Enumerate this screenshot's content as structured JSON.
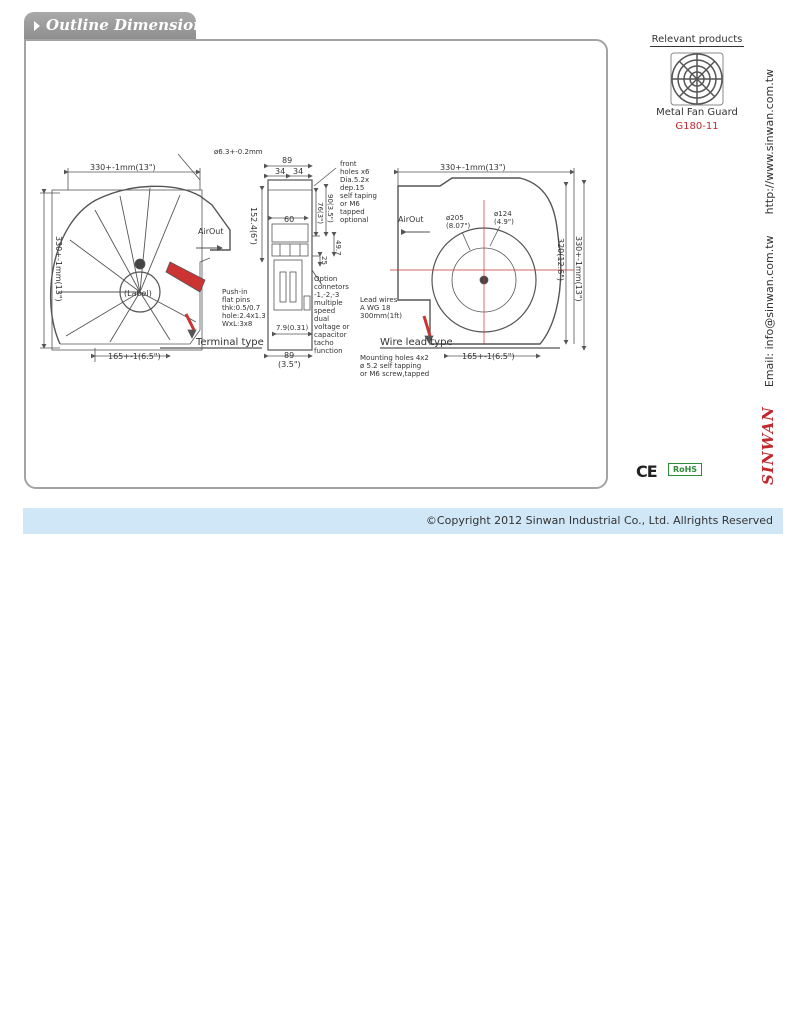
{
  "section": {
    "title": "Outline Dimensions"
  },
  "related": {
    "header": "Relevant products",
    "product_name": "Metal Fan Guard",
    "product_code": "G180-11"
  },
  "side": {
    "brand": "SINWAN",
    "email": "Email: info@sinwan.com.tw",
    "website": "http://www.sinwan.com.tw"
  },
  "certs": {
    "ce": "CE",
    "rohs": "RoHS"
  },
  "footer": {
    "copyright": "©Copyright 2012 Sinwan Industrial Co., Ltd. Allrights Reserved"
  },
  "drawing": {
    "left_view": {
      "width_dim": "330+-1mm(13\")",
      "height_dim": "330+-1mm(13\")",
      "bottom_dim": "165+-1(6.5\")",
      "airout": "AirOut",
      "label": "(Label)",
      "hole_dim": "ø6.3+-0.2mm",
      "pins_note": [
        "Push-in",
        "flat pins",
        "thk:0.5/0.7",
        "hole:2.4x1.3",
        "WxL:3x8"
      ],
      "type_label": "Terminal type"
    },
    "mid_view": {
      "top_width": "89",
      "sub_a": "34",
      "sub_b": "34",
      "inner": "60",
      "height": "152.4(6\")",
      "d_90": "90(3.5\")",
      "d_76": "76(3\")",
      "d_497": "49.7",
      "d_25": "25",
      "bottom_small": "7.9(0.31)",
      "bottom_width": "89",
      "bottom_width_in": "(3.5\")",
      "front_note": [
        "front",
        "holes x6",
        "Dia.5.2x",
        "dep.15",
        "self taping",
        "or M6",
        "tapped",
        "optional"
      ],
      "option_note": [
        "Option",
        "connetors",
        "-1,-2,-3",
        "multiple",
        "speed",
        "dual",
        "voltage or",
        "capacitor",
        "tacho",
        "function"
      ]
    },
    "right_view": {
      "width_dim": "330+-1mm(13\")",
      "h1": "320(12.6\")",
      "h2": "330+-1mm(13\")",
      "airout": "AirOut",
      "d205": "ø205",
      "d205_in": "(8.07\")",
      "d124": "ø124",
      "d124_in": "(4.9\")",
      "lead_note": [
        "Lead wires",
        "A WG 18",
        "300mm(1ft)"
      ],
      "type_label": "Wire lead type",
      "mount_note": [
        "Mounting holes 4x2",
        "ø 5.2 self tapping",
        "or M6 screw,tapped"
      ],
      "bottom_dim": "165+-1(6.5\")"
    }
  }
}
